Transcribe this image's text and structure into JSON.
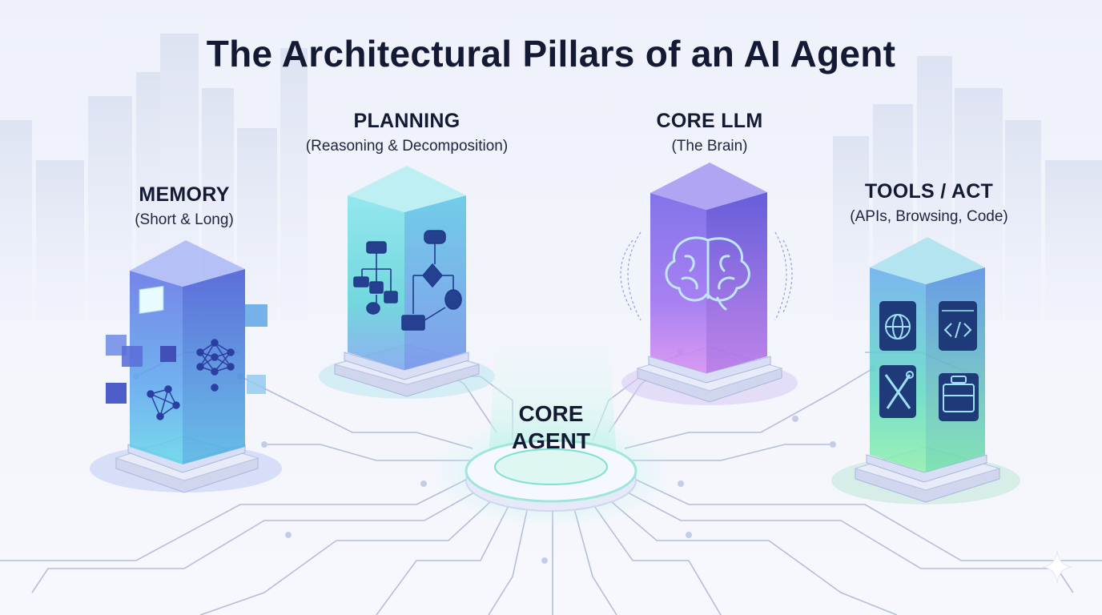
{
  "title": "The Architectural Pillars of an AI Agent",
  "pillars": [
    {
      "name": "MEMORY",
      "subtitle": "(Short & Long)",
      "icons": [
        "cube-cluster-icon",
        "neural-network-icon",
        "graph-network-icon"
      ]
    },
    {
      "name": "PLANNING",
      "subtitle": "(Reasoning & Decomposition)",
      "icons": [
        "flowchart-tree-icon",
        "flowchart-decision-icon"
      ]
    },
    {
      "name": "CORE LLM",
      "subtitle": "(The Brain)",
      "icons": [
        "brain-icon",
        "binary-text-ring-icon"
      ]
    },
    {
      "name": "TOOLS / ACT",
      "subtitle": "(APIs, Browsing, Code)",
      "icons": [
        "globe-icon",
        "code-window-icon",
        "wrench-screwdriver-icon",
        "briefcase-icon"
      ]
    }
  ],
  "core": {
    "line1": "CORE",
    "line2": "AGENT"
  },
  "colors": {
    "title": "#141a33",
    "memory": "#5b74e0",
    "planning": "#4ed3d6",
    "core_llm": "#8a5cf0",
    "tools": "#54d9b0",
    "circuit": "#aeb8d6",
    "core_glow": "#7fe8d8"
  }
}
